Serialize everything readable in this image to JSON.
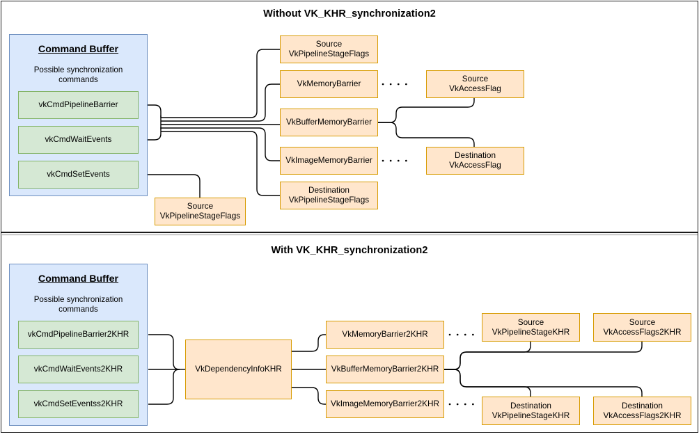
{
  "diagram": {
    "title_top": "Without VK_KHR_synchronization2",
    "title_bottom": "With VK_KHR_synchronization2",
    "colors": {
      "command_buffer_fill": "#dae8fc",
      "command_buffer_border": "#6c8ebf",
      "command_fill": "#d5e8d4",
      "command_border": "#82b366",
      "struct_fill": "#ffe6cc",
      "struct_border": "#d79b00",
      "connector": "#000000"
    }
  },
  "top_section": {
    "title": "Without VK_KHR_synchronization2",
    "command_buffer": {
      "title": "Command Buffer",
      "subtitle_line1": "Possible synchronization",
      "subtitle_line2": "commands",
      "commands": [
        {
          "label": "vkCmdPipelineBarrier"
        },
        {
          "label": "vkCmdWaitEvents"
        },
        {
          "label": "vkCmdSetEvents"
        }
      ]
    },
    "structs": [
      {
        "line1": "Source",
        "line2": "VkPipelineStageFlags"
      },
      {
        "line1": "VkMemoryBarrier",
        "line2": ""
      },
      {
        "line1": "VkBufferMemoryBarrier",
        "line2": ""
      },
      {
        "line1": "VkImageMemoryBarrier",
        "line2": ""
      },
      {
        "line1": "Destination",
        "line2": "VkPipelineStageFlags"
      }
    ],
    "event_struct": {
      "line1": "Source",
      "line2": "VkPipelineStageFlags"
    },
    "access_flags": [
      {
        "line1": "Source",
        "line2": "VkAccessFlag"
      },
      {
        "line1": "Destination",
        "line2": "VkAccessFlag"
      }
    ]
  },
  "bottom_section": {
    "title": "With VK_KHR_synchronization2",
    "command_buffer": {
      "title": "Command Buffer",
      "subtitle_line1": "Possible synchronization",
      "subtitle_line2": "commands",
      "commands": [
        {
          "label": "vkCmdPipelineBarrier2KHR"
        },
        {
          "label": "vkCmdWaitEvents2KHR"
        },
        {
          "label": "vkCmdSetEventss2KHR"
        }
      ]
    },
    "dependency_info": {
      "label": "VkDependencyInfoKHR"
    },
    "barriers": [
      {
        "label": "VkMemoryBarrier2KHR"
      },
      {
        "label": "VkBufferMemoryBarrier2KHR"
      },
      {
        "label": "VkImageMemoryBarrier2KHR"
      }
    ],
    "flags": [
      {
        "line1": "Source",
        "line2": "VkPipelineStageKHR"
      },
      {
        "line1": "Source",
        "line2": "VkAccessFlags2KHR"
      },
      {
        "line1": "Destination",
        "line2": "VkPipelineStageKHR"
      },
      {
        "line1": "Destination",
        "line2": "VkAccessFlags2KHR"
      }
    ]
  }
}
